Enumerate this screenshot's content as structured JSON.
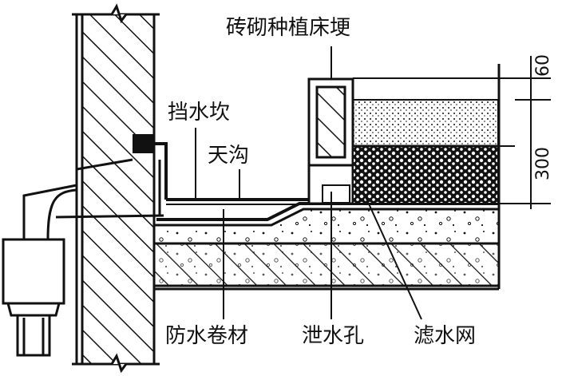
{
  "labels": {
    "planter_curb": "砖砌种植床埂",
    "water_stop_sill": "挡水坎",
    "gutter": "天沟",
    "waterproof_membrane": "防水卷材",
    "drain_hole": "泄水孔",
    "filter_mesh": "滤水网"
  },
  "dimensions": {
    "top_layer": "60",
    "soil_depth": "300"
  },
  "colors": {
    "line": "#111111",
    "background": "#ffffff"
  }
}
